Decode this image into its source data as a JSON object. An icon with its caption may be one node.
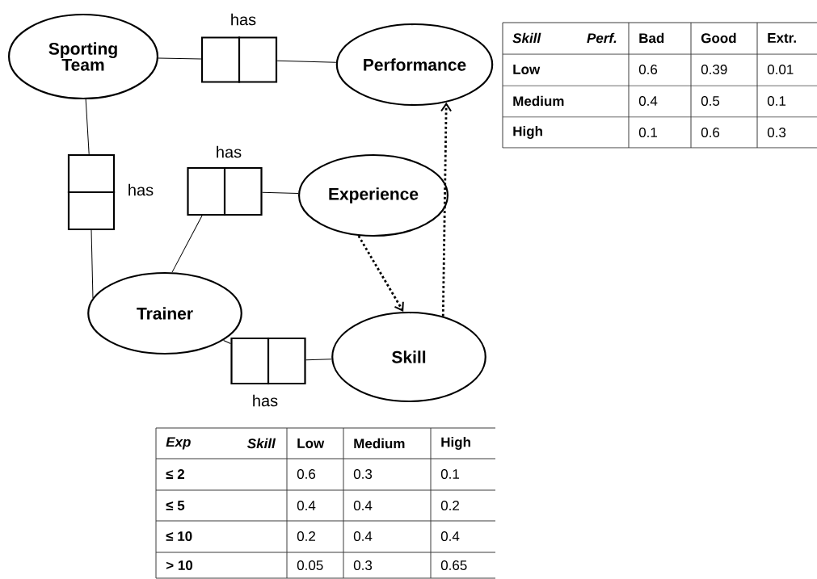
{
  "diagram": {
    "nodes": [
      {
        "text": [
          "Sporting Team"
        ]
      },
      {
        "text": [
          "Performance"
        ]
      },
      {
        "text": [
          "Experience"
        ]
      },
      {
        "text": [
          "Trainer"
        ]
      },
      {
        "text": [
          "Skill"
        ]
      },
      {
        "text": [],
        "shape": "box",
        "beside": [
          "has"
        ]
      },
      {
        "text": [],
        "shape": "box",
        "beside": [
          "has"
        ]
      },
      {
        "text": [],
        "shape": "box",
        "beside": [
          "has"
        ]
      },
      {
        "text": [],
        "shape": "box",
        "beside": [
          "has"
        ]
      }
    ],
    "edges": [
      {
        "from": 0,
        "to": 5,
        "arrow": "none"
      },
      {
        "from": 5,
        "to": 1,
        "arrow": "none"
      },
      {
        "from": 0,
        "to": 6,
        "arrow": "none"
      },
      {
        "from": 6,
        "to": 3,
        "arrow": "none"
      },
      {
        "from": 3,
        "to": 7,
        "arrow": "none"
      },
      {
        "from": 7,
        "to": 2,
        "arrow": "none"
      },
      {
        "from": 3,
        "to": 8,
        "arrow": "none"
      },
      {
        "from": 8,
        "to": 4,
        "arrow": "none"
      },
      {
        "from": 2,
        "to": 4,
        "arrow": "to",
        "style": "dashed"
      },
      {
        "from": 4,
        "to": 1,
        "arrow": "to",
        "style": "dashed"
      }
    ],
    "labels": [
      "Skill",
      "Perf.",
      "Bad",
      "Good",
      "Extr.",
      "Low",
      "0.6",
      "0.39",
      "0.01",
      "Medium",
      "0.4",
      "0.5",
      "0.1",
      "High",
      "0.1",
      "0.6",
      "0.3",
      "Exp",
      "Skill",
      "Low",
      "Medium",
      "High",
      "≤ 2",
      "0.6",
      "0.3",
      "0.1",
      "≤ 5",
      "0.4",
      "0.4",
      "0.2",
      "≤ 10",
      "0.2",
      "0.4",
      "0.4",
      "> 10",
      "0.05",
      "0.3",
      "0.65"
    ]
  }
}
